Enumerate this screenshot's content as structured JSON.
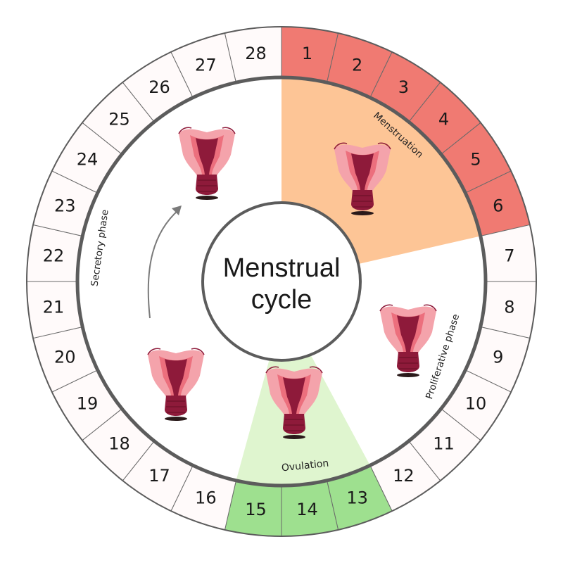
{
  "title": {
    "line1": "Menstrual",
    "line2": "cycle"
  },
  "days": [
    "1",
    "2",
    "3",
    "4",
    "5",
    "6",
    "7",
    "8",
    "9",
    "10",
    "11",
    "12",
    "13",
    "14",
    "15",
    "16",
    "17",
    "18",
    "19",
    "20",
    "21",
    "22",
    "23",
    "24",
    "25",
    "26",
    "27",
    "28"
  ],
  "menstruation_days": [
    1,
    2,
    3,
    4,
    5,
    6
  ],
  "ovulation_days": [
    13,
    14,
    15
  ],
  "phases": {
    "menstruation": "Menstruation",
    "proliferative": "Proliferative phase",
    "ovulation": "Ovulation",
    "secretory": "Secretory phase"
  },
  "icons": {
    "cycle_direction": "curved-arrow-icon",
    "uterus": "uterus-icon"
  },
  "colors": {
    "menstruation_day": "#f07a72",
    "ovulation_day": "#9ee08f",
    "normal_day": "#fffafa",
    "menstruation_sector": "#fdc596",
    "ovulation_sector": "#dff5cf",
    "ring_border": "#5c5c5c",
    "uterus_dark": "#8e1a3a",
    "uterus_light": "#f3a5ac"
  }
}
